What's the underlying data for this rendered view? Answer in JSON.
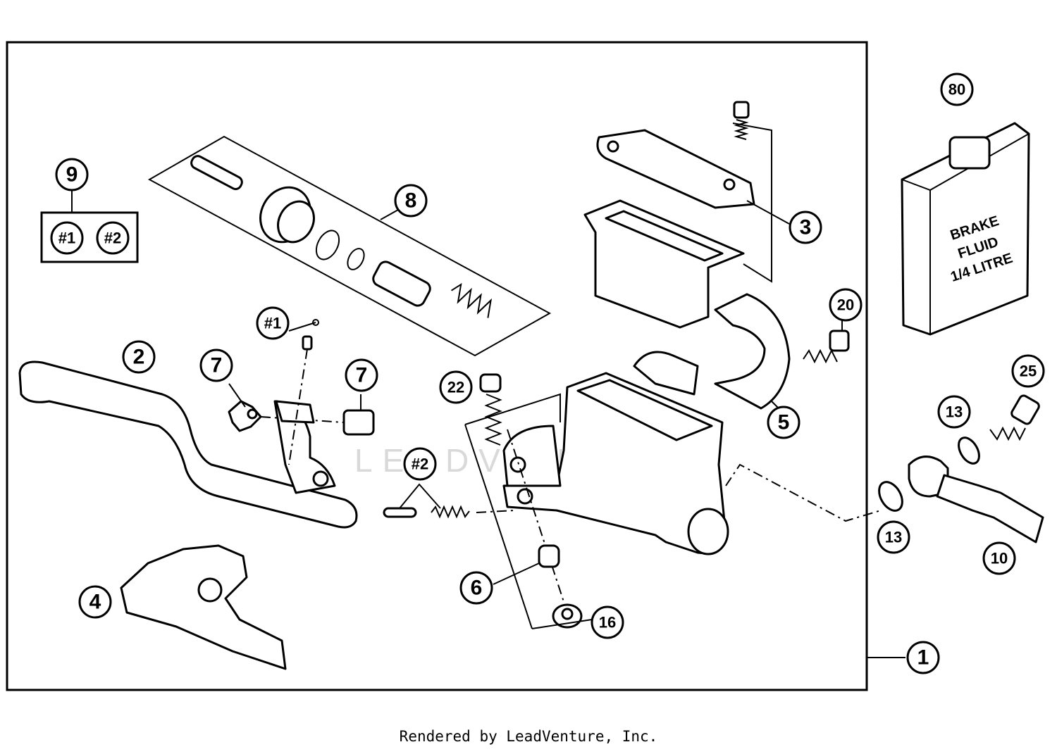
{
  "callouts": {
    "c1": "1",
    "c2": "2",
    "c3": "3",
    "c4": "4",
    "c5": "5",
    "c6": "6",
    "c7a": "7",
    "c7b": "7",
    "c8": "8",
    "c9": "9",
    "c10": "10",
    "c13a": "13",
    "c13b": "13",
    "c16": "16",
    "c20": "20",
    "c22": "22",
    "c25": "25",
    "c80": "80",
    "k1_kit": "#1",
    "k2_kit": "#2",
    "k1_part": "#1",
    "k2_part": "#2"
  },
  "fluid_can": {
    "line1": "BRAKE",
    "line2": "FLUID",
    "line3": "1/4 LITRE"
  },
  "watermark": "LEADVENTURE",
  "footer": "Rendered by LeadVenture, Inc."
}
